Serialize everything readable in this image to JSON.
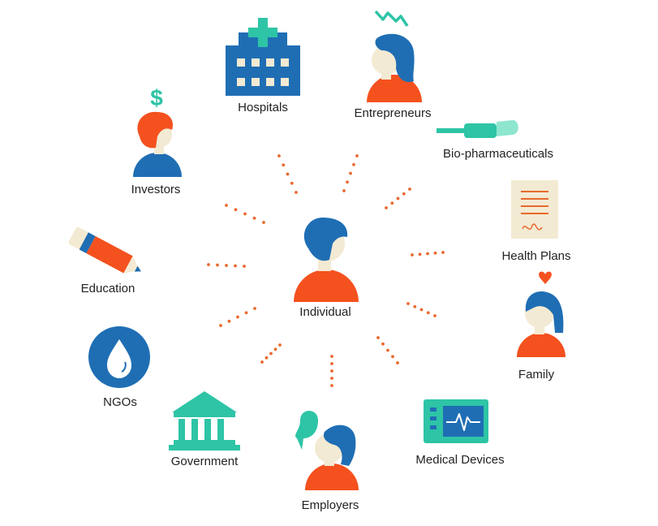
{
  "colors": {
    "blue": "#1f6eb4",
    "orange": "#f4511e",
    "teal": "#2ec4a6",
    "skin": "#f3ead3",
    "dots": "#e8692d",
    "text": "#222222"
  },
  "center": {
    "label": "Individual",
    "icon": "person-icon"
  },
  "nodes": [
    {
      "id": "hospitals",
      "label": "Hospitals",
      "icon": "hospital-icon"
    },
    {
      "id": "entrepreneurs",
      "label": "Entrepreneurs",
      "icon": "entrepreneur-person-icon"
    },
    {
      "id": "bio-pharmaceuticals",
      "label": "Bio-pharmaceuticals",
      "icon": "syringe-icon"
    },
    {
      "id": "health-plans",
      "label": "Health Plans",
      "icon": "document-icon"
    },
    {
      "id": "family",
      "label": "Family",
      "icon": "family-person-icon"
    },
    {
      "id": "medical-devices",
      "label": "Medical Devices",
      "icon": "heart-monitor-icon"
    },
    {
      "id": "employers",
      "label": "Employers",
      "icon": "employer-person-icon"
    },
    {
      "id": "government",
      "label": "Government",
      "icon": "government-building-icon"
    },
    {
      "id": "ngos",
      "label": "NGOs",
      "icon": "water-drop-icon"
    },
    {
      "id": "education",
      "label": "Education",
      "icon": "pencil-icon"
    },
    {
      "id": "investors",
      "label": "Investors",
      "icon": "investor-person-icon"
    }
  ]
}
